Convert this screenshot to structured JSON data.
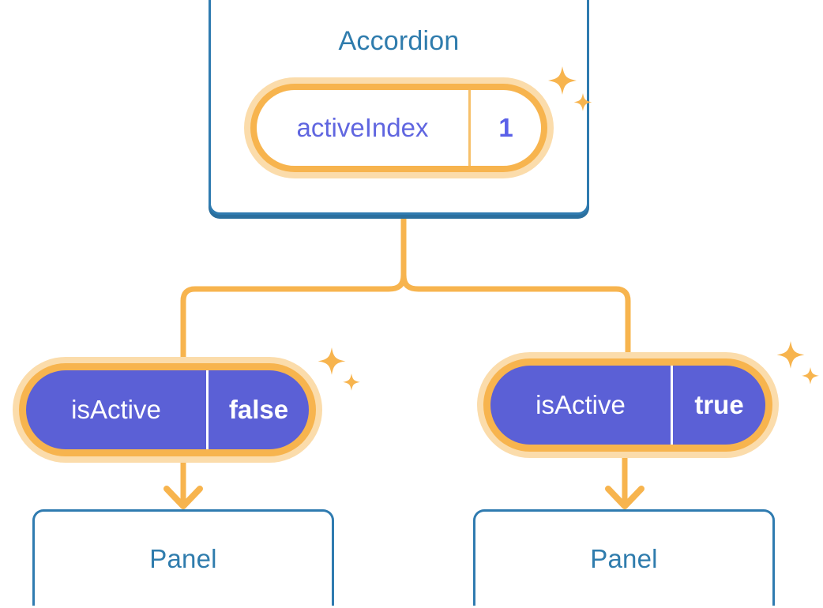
{
  "diagram": {
    "type": "component-state-tree",
    "accent_orange": "#f7b44e",
    "accent_orange_glow": "#fbdcab",
    "accent_blue_border": "#2f7bb0",
    "accent_blue_text": "#2f7cad",
    "accent_purple_fill": "#5b60d6",
    "accent_purple_text": "#6066e0",
    "background": "#ffffff"
  },
  "root": {
    "component_label": "Accordion",
    "state": {
      "key": "activeIndex",
      "value": "1"
    },
    "sparkle_icon": "sparkle-icon"
  },
  "children": [
    {
      "state": {
        "key": "isActive",
        "value": "false"
      },
      "component_label": "Panel",
      "sparkle_icon": "sparkle-icon"
    },
    {
      "state": {
        "key": "isActive",
        "value": "true"
      },
      "component_label": "Panel",
      "sparkle_icon": "sparkle-icon"
    }
  ]
}
